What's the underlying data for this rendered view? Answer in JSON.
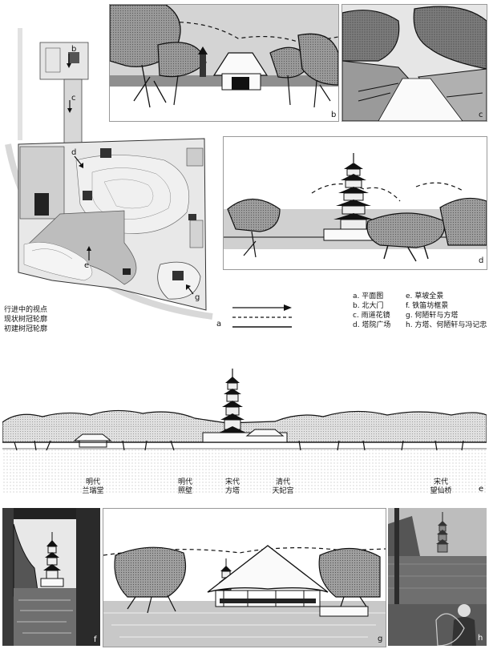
{
  "panels": {
    "a": "a",
    "b": "b",
    "c": "c",
    "d": "d",
    "e": "e",
    "f": "f",
    "g": "g",
    "h": "h"
  },
  "plan_markers": [
    "b",
    "c",
    "d",
    "e",
    "g"
  ],
  "legend": {
    "viewpoint": "行进中的视点",
    "current_canopy": "现状树冠轮廓",
    "original_canopy": "初建树冠轮廓"
  },
  "captions": [
    "a. 平面图",
    "b. 北大门",
    "c. 雨道花镜",
    "d. 塔院广场",
    "e. 草坡全景",
    "f. 铁笛坊框景",
    "g. 何陋轩与方塔",
    "h. 方塔、何陋轩与冯记忠"
  ],
  "elevation_labels": [
    {
      "dynasty": "明代",
      "name": "兰瑞堂"
    },
    {
      "dynasty": "明代",
      "name": "照壁"
    },
    {
      "dynasty": "宋代",
      "name": "方塔"
    },
    {
      "dynasty": "清代",
      "name": "天妃宫"
    },
    {
      "dynasty": "宋代",
      "name": "望仙桥"
    }
  ],
  "colors": {
    "background": "#ffffff",
    "ink": "#111111",
    "grey_fill": "#bdbdbd",
    "light_grey": "#d9d9d9",
    "photo_grey": "#7a7a7a"
  }
}
